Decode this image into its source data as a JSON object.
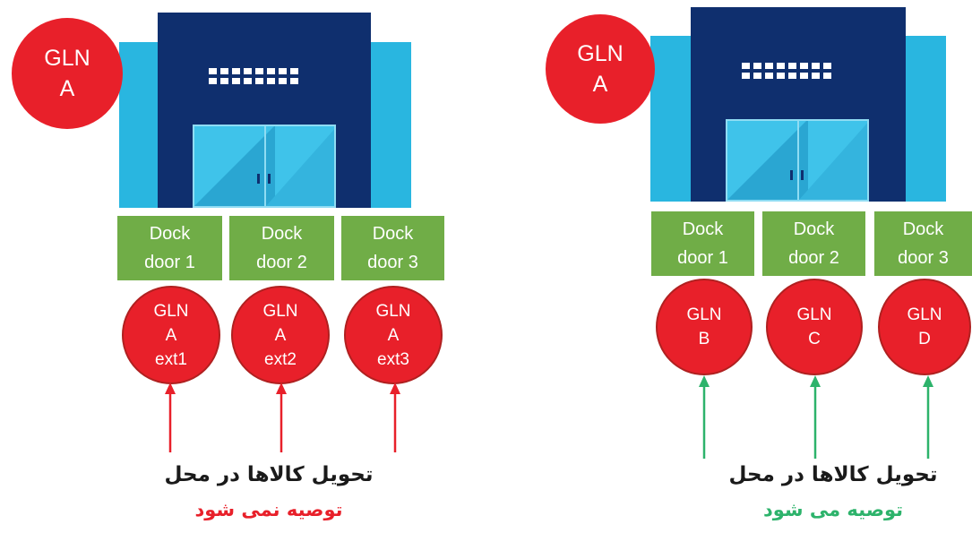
{
  "colors": {
    "building_side": "#29b6e0",
    "building_main": "#0f2f6e",
    "door_glass": "#3fc3ea",
    "dock_door": "#70ad47",
    "gln_circle": "#e8202a",
    "arrow_red": "#e8202a",
    "arrow_green": "#2db36b",
    "caption_black": "#1a1a1a"
  },
  "left_panel": {
    "building_gln": {
      "line1": "GLN",
      "line2": "A"
    },
    "dock_doors": [
      {
        "line1": "Dock",
        "line2": "door 1"
      },
      {
        "line1": "Dock",
        "line2": "door 2"
      },
      {
        "line1": "Dock",
        "line2": "door 3"
      }
    ],
    "locations": [
      {
        "line1": "GLN",
        "line2": "A",
        "line3": "ext1"
      },
      {
        "line1": "GLN",
        "line2": "A",
        "line3": "ext2"
      },
      {
        "line1": "GLN",
        "line2": "A",
        "line3": "ext3"
      }
    ],
    "arrow_color": "red",
    "caption_line1": "تحویل کالاها در محل",
    "caption_line2": "توصیه نمی شود"
  },
  "right_panel": {
    "building_gln": {
      "line1": "GLN",
      "line2": "A"
    },
    "dock_doors": [
      {
        "line1": "Dock",
        "line2": "door 1"
      },
      {
        "line1": "Dock",
        "line2": "door 2"
      },
      {
        "line1": "Dock",
        "line2": "door 3"
      }
    ],
    "locations": [
      {
        "line1": "GLN",
        "line2": "B"
      },
      {
        "line1": "GLN",
        "line2": "C"
      },
      {
        "line1": "GLN",
        "line2": "D"
      }
    ],
    "arrow_color": "green",
    "caption_line1": "تحویل کالاها در محل",
    "caption_line2": "توصیه می شود"
  }
}
